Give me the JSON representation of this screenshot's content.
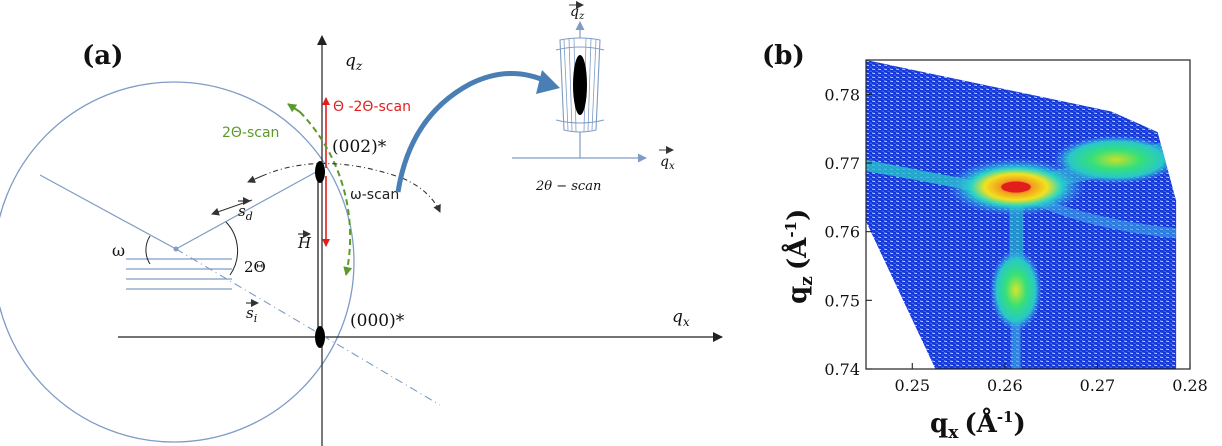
{
  "panel_a": {
    "label": "(a)",
    "axis_qz": "q",
    "axis_qz_sub": "z",
    "axis_qx": "q",
    "axis_qx_sub": "x",
    "theta2theta_scan": "Θ -2Θ-scan",
    "two_theta_scan": "2Θ-scan",
    "omega_scan": "ω-scan",
    "reflection_002": "(002)*",
    "reflection_000": "(000)*",
    "vec_sd": "s",
    "vec_sd_sub": "d",
    "vec_si": "s",
    "vec_si_sub": "i",
    "vec_H": "H",
    "angle_omega": "ω",
    "angle_2theta": "2Θ",
    "inset": {
      "axis_qz": "q",
      "axis_qz_sub": "z",
      "axis_qx": "q",
      "axis_qx_sub": "x",
      "caption": "2θ − scan"
    },
    "colors": {
      "circle": "#7f9cc5",
      "red": "#e02020",
      "green": "#5a9a2a",
      "arrow_blue": "#4a7fb5"
    }
  },
  "panel_b": {
    "label": "(b)",
    "chart_data": {
      "type": "heatmap",
      "xlabel": "q",
      "xlabel_sub": "x",
      "xlabel_unit": "(Å",
      "xlabel_unit_sup": "-1",
      "xlabel_unit_end": ")",
      "ylabel": "q",
      "ylabel_sub": "z",
      "ylabel_unit": "(Å",
      "ylabel_unit_sup": "-1",
      "ylabel_unit_end": ")",
      "xlim": [
        0.245,
        0.28
      ],
      "ylim": [
        0.74,
        0.785
      ],
      "xticks": [
        "0.25",
        "0.26",
        "0.27",
        "0.28"
      ],
      "xtick_values": [
        0.25,
        0.26,
        0.27,
        0.28
      ],
      "yticks": [
        "0.74",
        "0.75",
        "0.76",
        "0.77",
        "0.78"
      ],
      "ytick_values": [
        0.74,
        0.75,
        0.76,
        0.77,
        0.78
      ],
      "features": [
        {
          "name": "main-peak",
          "qx": 0.2612,
          "qz": 0.7665,
          "intensity": 1.0
        },
        {
          "name": "lower-peak",
          "qx": 0.2612,
          "qz": 0.7515,
          "intensity": 0.55
        },
        {
          "name": "upper-right-peak",
          "qx": 0.272,
          "qz": 0.7705,
          "intensity": 0.45
        }
      ],
      "colors": {
        "background": "#1538d8",
        "low": "#3f8df5",
        "mid": "#28d6c8",
        "high": "#f2e21e",
        "peak": "#e11d1d"
      }
    }
  }
}
